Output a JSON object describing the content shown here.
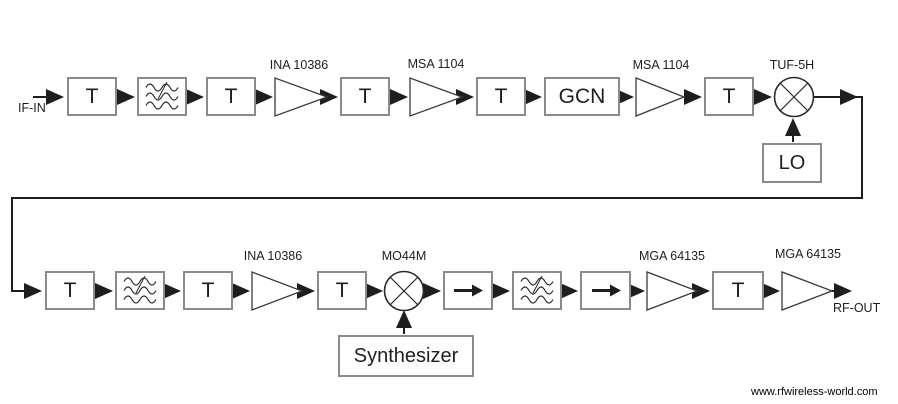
{
  "io": {
    "input": "IF-IN",
    "output": "RF-OUT"
  },
  "top_row": {
    "nodes": [
      {
        "type": "coupler",
        "label": "T"
      },
      {
        "type": "bandpass-filter",
        "label": ""
      },
      {
        "type": "coupler",
        "label": "T"
      },
      {
        "type": "amplifier",
        "label": "INA 10386"
      },
      {
        "type": "coupler",
        "label": "T"
      },
      {
        "type": "amplifier",
        "label": "MSA 1104"
      },
      {
        "type": "coupler",
        "label": "T"
      },
      {
        "type": "gain-control",
        "label": "GCN"
      },
      {
        "type": "amplifier",
        "label": "MSA 1104"
      },
      {
        "type": "coupler",
        "label": "T"
      },
      {
        "type": "mixer",
        "label": "TUF-5H"
      }
    ],
    "lo": {
      "label": "LO"
    }
  },
  "bottom_row": {
    "nodes": [
      {
        "type": "coupler",
        "label": "T"
      },
      {
        "type": "bandpass-filter",
        "label": ""
      },
      {
        "type": "coupler",
        "label": "T"
      },
      {
        "type": "amplifier",
        "label": "INA 10386"
      },
      {
        "type": "coupler",
        "label": "T"
      },
      {
        "type": "mixer",
        "label": "MO44M"
      },
      {
        "type": "isolator",
        "label": ""
      },
      {
        "type": "bandpass-filter",
        "label": ""
      },
      {
        "type": "isolator",
        "label": ""
      },
      {
        "type": "amplifier",
        "label": "MGA 64135"
      },
      {
        "type": "coupler",
        "label": "T"
      },
      {
        "type": "amplifier",
        "label": "MGA 64135"
      }
    ],
    "synthesizer": {
      "label": "Synthesizer"
    }
  },
  "watermark": "www.rfwireless-world.com",
  "colors": {
    "line": "#1e1e1e",
    "box_border": "#8a8a8a",
    "background": "#ffffff"
  }
}
